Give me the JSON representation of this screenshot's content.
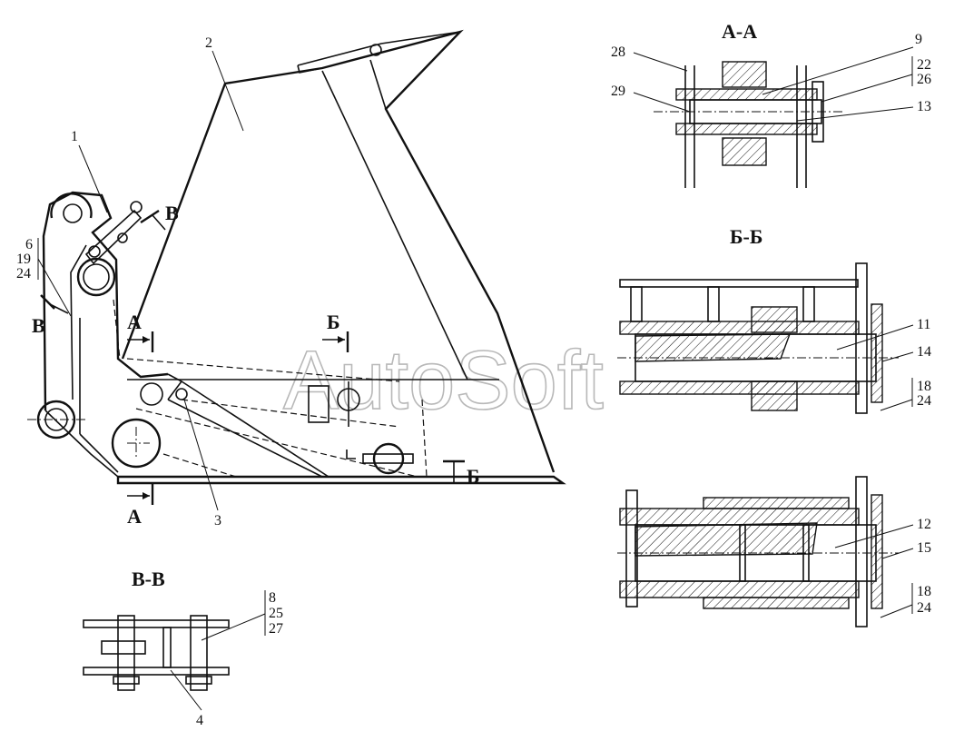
{
  "sections": {
    "aa": "А-А",
    "bb": "Б-Б",
    "vv": "В-В"
  },
  "markers": {
    "a_top": "А",
    "a_bottom": "А",
    "b_top": "Б",
    "b_right": "Б",
    "v_top": "В",
    "v_left": "В"
  },
  "callouts": {
    "n1": "1",
    "n2": "2",
    "n3": "3",
    "n4": "4",
    "n6": "6",
    "n19": "19",
    "n24a": "24",
    "n8": "8",
    "n25": "25",
    "n27": "27",
    "n9": "9",
    "n22": "22",
    "n26": "26",
    "n13": "13",
    "n28": "28",
    "n29": "29",
    "n11": "11",
    "n14": "14",
    "n18a": "18",
    "n24b": "24",
    "n12": "12",
    "n15": "15",
    "n18b": "18",
    "n24c": "24"
  },
  "watermark": "AutoSoft"
}
